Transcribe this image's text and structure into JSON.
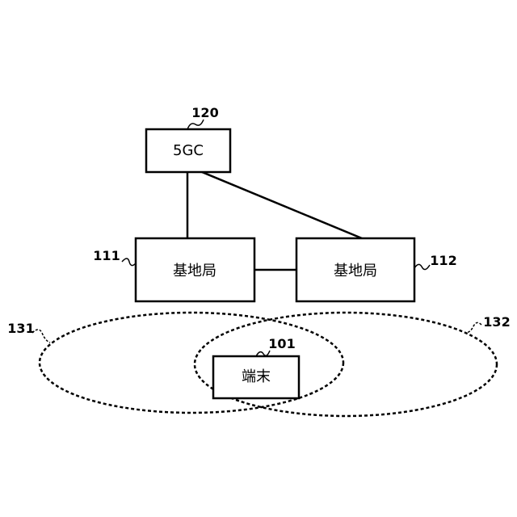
{
  "core": {
    "label": "5GC",
    "ref": "120"
  },
  "base_stations": [
    {
      "label": "基地局",
      "ref": "111"
    },
    {
      "label": "基地局",
      "ref": "112"
    }
  ],
  "terminal": {
    "label": "端末",
    "ref": "101"
  },
  "cells": [
    {
      "ref": "131"
    },
    {
      "ref": "132"
    }
  ]
}
